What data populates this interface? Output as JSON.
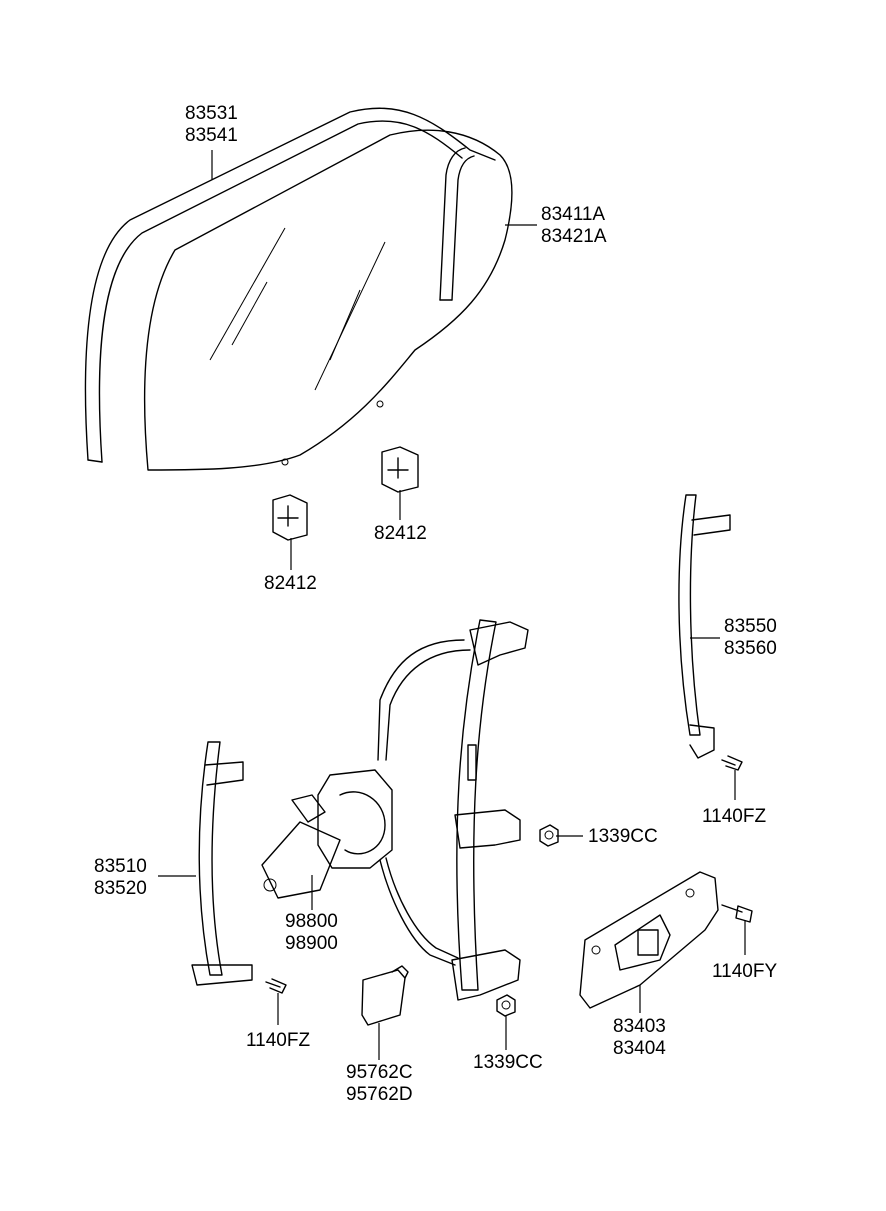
{
  "callouts": {
    "glass_run": [
      "83531",
      "83541"
    ],
    "door_glass": [
      "83411A",
      "83421A"
    ],
    "clip_right": [
      "82412"
    ],
    "clip_left": [
      "82412"
    ],
    "rear_channel": [
      "83550",
      "83560"
    ],
    "bolt_right": [
      "1140FZ"
    ],
    "nut_upper": [
      "1339CC"
    ],
    "front_channel": [
      "83510",
      "83520"
    ],
    "motor": [
      "98800",
      "98900"
    ],
    "bolt_fy": [
      "1140FY"
    ],
    "bolt_left": [
      "1140FZ"
    ],
    "bracket": [
      "83403",
      "83404"
    ],
    "module": [
      "95762C",
      "95762D"
    ],
    "nut_lower": [
      "1339CC"
    ]
  }
}
